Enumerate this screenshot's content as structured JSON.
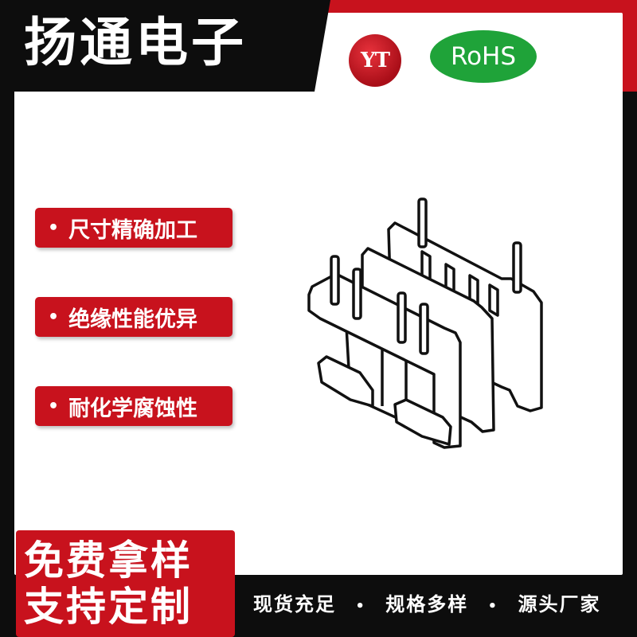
{
  "brand": {
    "name": "扬通电子"
  },
  "logos": {
    "yt": "YT",
    "rohs": "RoHS"
  },
  "features": [
    {
      "bullet": "•",
      "label": "尺寸精确加工"
    },
    {
      "bullet": "•",
      "label": "绝缘性能优异"
    },
    {
      "bullet": "•",
      "label": "耐化学腐蚀性"
    }
  ],
  "promo": {
    "line1": "免费拿样",
    "line2": "支持定制"
  },
  "tagline": {
    "items": [
      "现货充足",
      "规格多样",
      "源头厂家"
    ],
    "separator": "•"
  },
  "colors": {
    "accent_red": "#c8121d",
    "rohs_green": "#1fa339",
    "background": "#0d0d0d",
    "panel": "#ffffff"
  },
  "illustration": {
    "subject": "transformer bobbin (coil former) with pins"
  }
}
